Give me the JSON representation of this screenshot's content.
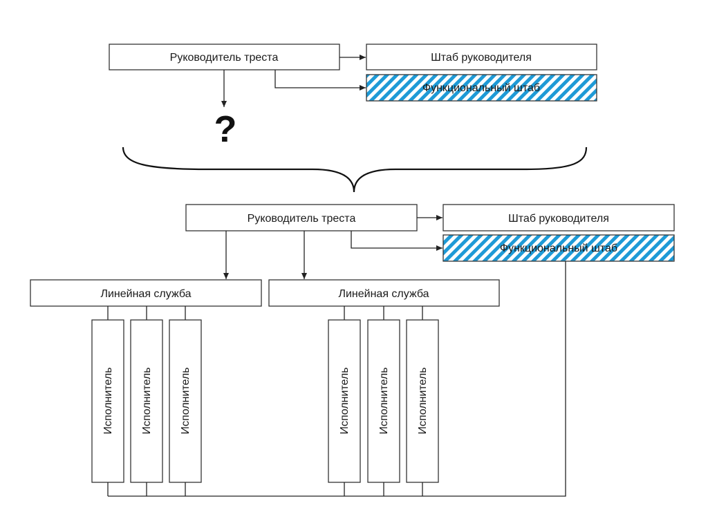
{
  "top_section": {
    "manager": "Руководитель треста",
    "staff": "Штаб руководителя",
    "functional_staff": "Функциональный штаб",
    "question_mark": "?"
  },
  "bottom_section": {
    "manager": "Руководитель треста",
    "staff": "Штаб руководителя",
    "functional_staff": "Функциональный штаб",
    "line_services": [
      "Линейная служба",
      "Линейная служба"
    ],
    "executors": [
      "Исполнитель",
      "Исполнитель",
      "Исполнитель",
      "Исполнитель",
      "Исполнитель",
      "Исполнитель"
    ]
  },
  "colors": {
    "hatch_stripe": "#1e9ad6",
    "box_border": "#333333",
    "line": "#222222"
  }
}
